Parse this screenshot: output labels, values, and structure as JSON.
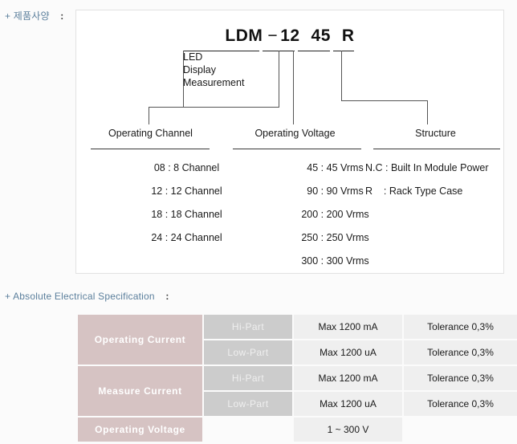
{
  "sections": {
    "product_spec": {
      "plus": "+",
      "title": "제품사양",
      "colon": ":"
    },
    "absolute_spec": {
      "plus": "+",
      "title": "Absolute Electrical Specification",
      "colon": ":"
    }
  },
  "model_code": {
    "prefix": "LDM",
    "dash": "−",
    "channel": "12",
    "voltage": "45",
    "structure": "R",
    "expansion": "LED\nDisplay\nMeasurement",
    "expansion_lines": [
      "LED",
      "Display",
      "Measurement"
    ]
  },
  "categories": {
    "channel": "Operating Channel",
    "voltage": "Operating Voltage",
    "structure": "Structure"
  },
  "options": {
    "channel": [
      "08 : 8 Channel",
      "12 : 12 Channel",
      "18 : 18 Channel",
      "24 : 24 Channel"
    ],
    "voltage": [
      "45 : 45 Vrms",
      "90 : 90 Vrms",
      "200 : 200 Vrms",
      "250 : 250 Vrms",
      "300 : 300 Vrms"
    ],
    "structure": [
      "N.C : Built In Module Power",
      "R    : Rack Type Case"
    ]
  },
  "electrical_table": {
    "rows": [
      {
        "label": "Operating Current",
        "label_rowspan": 2,
        "part": "Hi-Part",
        "value": "Max 1200 mA",
        "tolerance": "Tolerance 0,3%"
      },
      {
        "part": "Low-Part",
        "value": "Max 1200 uA",
        "tolerance": "Tolerance 0,3%"
      },
      {
        "label": "Measure Current",
        "label_rowspan": 2,
        "part": "Hi-Part",
        "value": "Max 1200 mA",
        "tolerance": "Tolerance 0,3%"
      },
      {
        "part": "Low-Part",
        "value": "Max 1200 uA",
        "tolerance": "Tolerance 0,3%"
      },
      {
        "label": "Operating Voltage",
        "part": "",
        "value": "1 ~ 300 V",
        "tolerance": ""
      }
    ]
  },
  "colors": {
    "header_blue": "#5b7f9c",
    "label_pink": "#d6c3c3",
    "part_gray": "#cccccc",
    "cell_gray": "#efefef",
    "page_bg": "#fbfbfb"
  }
}
